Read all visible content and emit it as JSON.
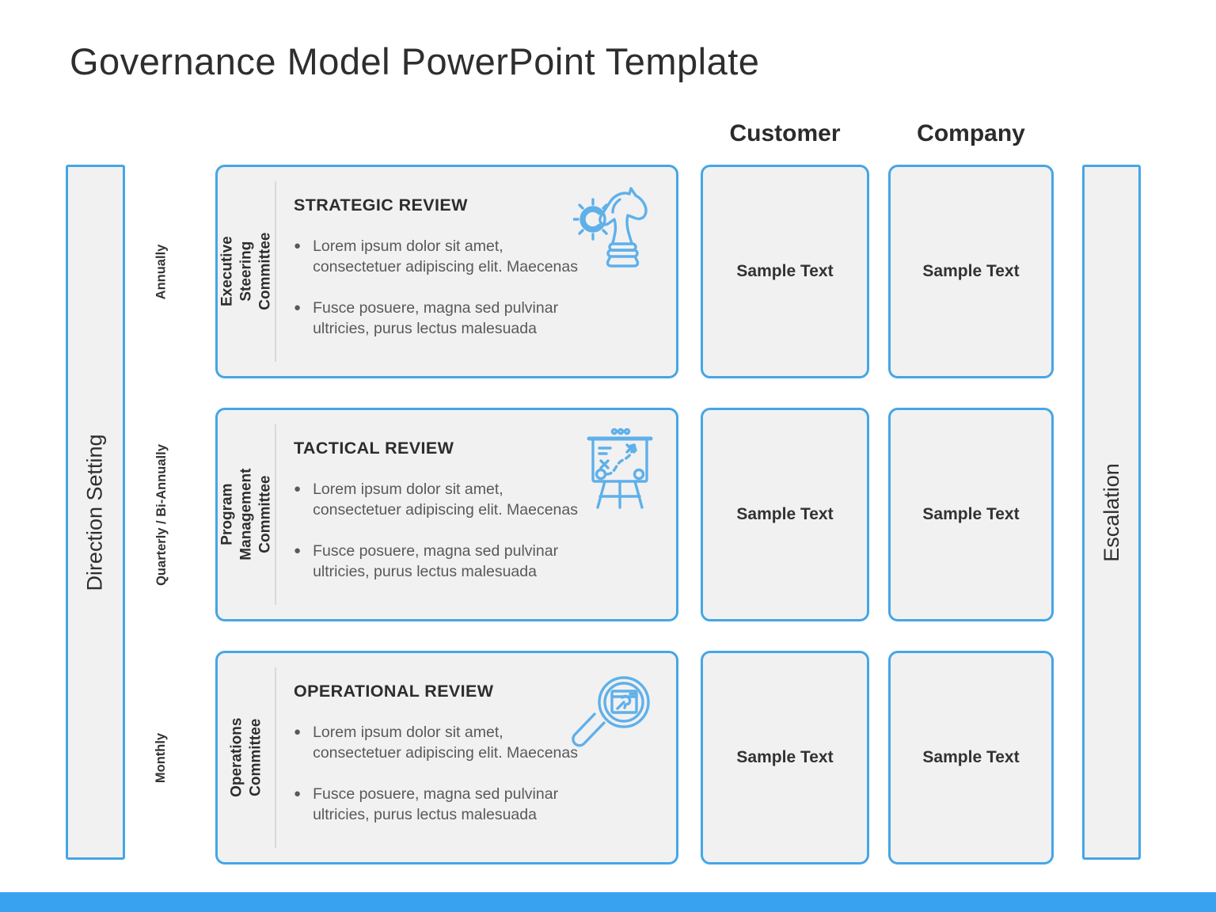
{
  "title": "Governance Model PowerPoint Template",
  "column_headers": {
    "customer": "Customer",
    "company": "Company"
  },
  "side_bars": {
    "left": "Direction Setting",
    "right": "Escalation"
  },
  "rows": [
    {
      "frequency": "Annually",
      "committee": "Executive Steering Committee",
      "review_title": "STRATEGIC REVIEW",
      "bullets": [
        "Lorem ipsum dolor sit amet, consectetuer adipiscing elit. Maecenas",
        "Fusce posuere, magna sed pulvinar ultricies, purus lectus malesuada"
      ],
      "icon": "chess-knight-gear-icon",
      "customer_box": "Sample Text",
      "company_box": "Sample Text"
    },
    {
      "frequency": "Quarterly / Bi-Annually",
      "committee": "Program Management Committee",
      "review_title": "TACTICAL REVIEW",
      "bullets": [
        "Lorem ipsum dolor sit amet, consectetuer adipiscing elit. Maecenas",
        "Fusce posuere, magna sed pulvinar ultricies, purus lectus malesuada"
      ],
      "icon": "strategy-board-icon",
      "customer_box": "Sample Text",
      "company_box": "Sample Text"
    },
    {
      "frequency": "Monthly",
      "committee": "Operations Committee",
      "review_title": "OPERATIONAL REVIEW",
      "bullets": [
        "Lorem ipsum dolor sit amet, consectetuer adipiscing elit. Maecenas",
        "Fusce posuere, magna sed pulvinar ultricies, purus lectus malesuada"
      ],
      "icon": "magnifier-wrench-icon",
      "customer_box": "Sample Text",
      "company_box": "Sample Text"
    }
  ],
  "colors": {
    "accent_blue": "#45a6e5",
    "icon_blue": "#5fb0e9",
    "footer_blue": "#38a2f1",
    "card_bg": "#f1f1f2"
  }
}
